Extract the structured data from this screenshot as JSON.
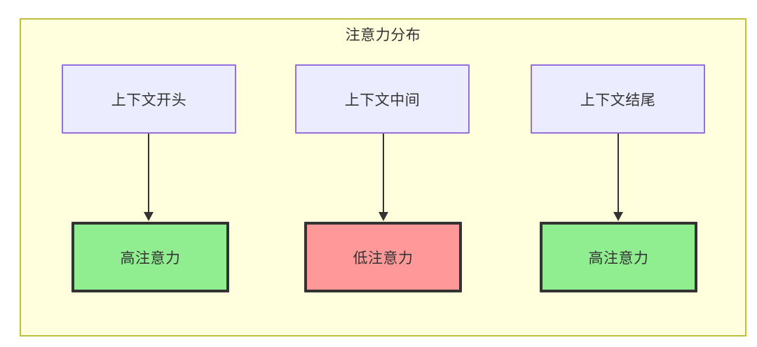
{
  "diagram": {
    "title": "注意力分布",
    "background_color": "#ffffff",
    "container": {
      "fill": "#ffffde",
      "stroke": "#bfbf3f"
    },
    "node_styles": {
      "context_fill": "#ececff",
      "context_stroke": "#9370db",
      "high_attention_fill": "#90ee90",
      "low_attention_fill": "#ff9999",
      "attention_stroke": "#333333",
      "text_color": "#333333",
      "edge_color": "#333333"
    },
    "columns": [
      {
        "context_label": "上下文开头",
        "attention_label": "高注意力",
        "attention_level": "high"
      },
      {
        "context_label": "上下文中间",
        "attention_label": "低注意力",
        "attention_level": "low"
      },
      {
        "context_label": "上下文结尾",
        "attention_label": "高注意力",
        "attention_level": "high"
      }
    ],
    "edges": [
      {
        "from": "上下文开头",
        "to": "高注意力",
        "style": "arrow"
      },
      {
        "from": "上下文中间",
        "to": "低注意力",
        "style": "arrow"
      },
      {
        "from": "上下文结尾",
        "to": "高注意力",
        "style": "arrow"
      }
    ]
  }
}
